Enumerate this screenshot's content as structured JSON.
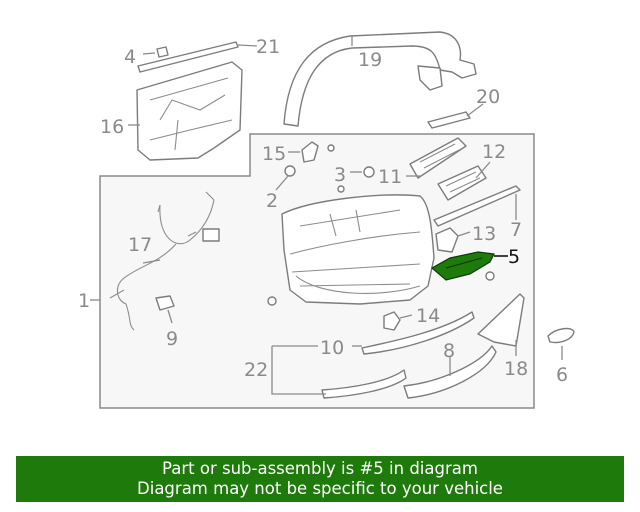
{
  "diagram": {
    "callouts": {
      "c1": "1",
      "c2": "2",
      "c3": "3",
      "c4": "4",
      "c5": "5",
      "c6": "6",
      "c7": "7",
      "c8": "8",
      "c9": "9",
      "c10": "10",
      "c11": "11",
      "c12": "12",
      "c13": "13",
      "c14": "14",
      "c15": "15",
      "c16": "16",
      "c17": "17",
      "c18": "18",
      "c19": "19",
      "c20": "20",
      "c21": "21",
      "c22": "22"
    },
    "highlight_part": "5",
    "colors": {
      "highlight": "#1f7a0c",
      "line": "#8a8a8a",
      "banner": "#1f7a0c"
    }
  },
  "banner": {
    "line1": "Part or sub-assembly is #5 in diagram",
    "line2": "Diagram may not be specific to your vehicle"
  }
}
